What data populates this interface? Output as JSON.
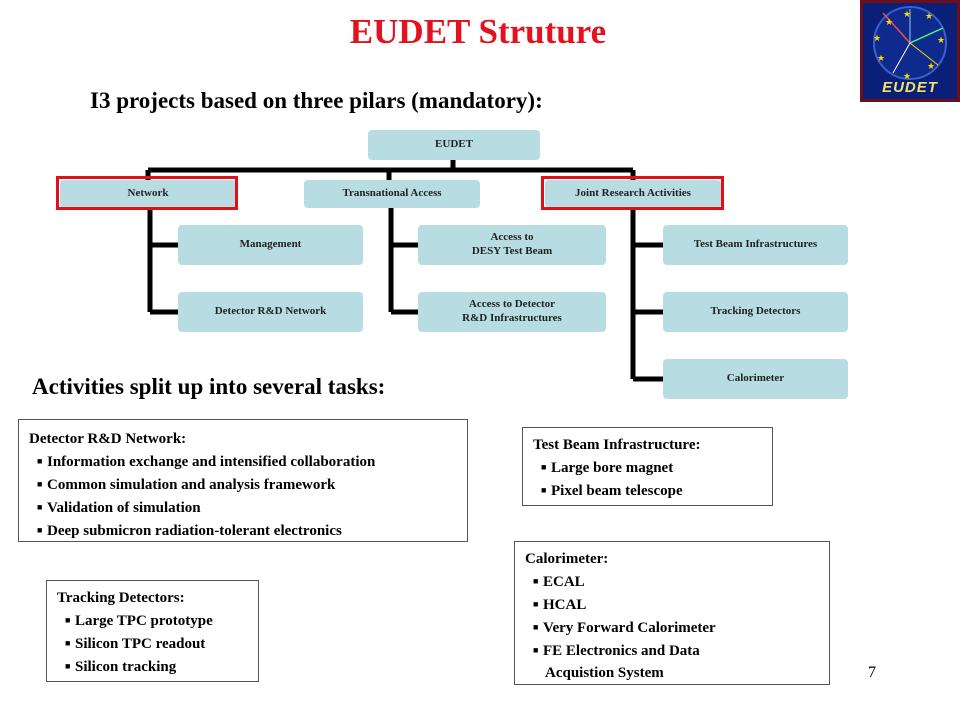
{
  "slide": {
    "title": "EUDET Struture",
    "subtitle": "I3 projects based on three pilars (mandatory):",
    "subtitle2": "Activities split up into several tasks:",
    "page_number": "7",
    "logo_text": "EUDET"
  },
  "org": {
    "root": "EUDET",
    "network": "Network",
    "network_children": [
      "Management",
      "Detector R&D Network"
    ],
    "transnational": "Transnational Access",
    "transnational_children": [
      "Access to\nDESY Test Beam",
      "Access to Detector\nR&D Infrastructures"
    ],
    "jra": "Joint Research Activities",
    "jra_children": [
      "Test Beam Infrastructures",
      "Tracking Detectors",
      "Calorimeter"
    ]
  },
  "tasks": {
    "detector": {
      "head": "Detector R&D Network:",
      "items": [
        "Information exchange and intensified collaboration",
        "Common simulation and analysis framework",
        "Validation of simulation",
        "Deep submicron radiation-tolerant electronics"
      ]
    },
    "testbeam": {
      "head": "Test Beam Infrastructure:",
      "items": [
        "Large bore magnet",
        "Pixel beam telescope"
      ]
    },
    "calorimeter": {
      "head": "Calorimeter:",
      "items": [
        "ECAL",
        "HCAL",
        "Very Forward Calorimeter",
        "FE Electronics and Data",
        "Acquistion System"
      ]
    },
    "tracking": {
      "head": "Tracking Detectors:",
      "items": [
        "Large TPC prototype",
        "Silicon TPC readout",
        "Silicon tracking"
      ]
    }
  },
  "colors": {
    "title": "#e4121e",
    "box_fill": "#b7dde3",
    "highlight": "#e01018",
    "logo_bg": "#0a1f78"
  }
}
